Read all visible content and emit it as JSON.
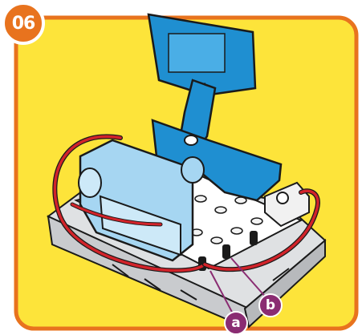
{
  "step": {
    "number": "06"
  },
  "callouts": {
    "a": "a",
    "b": "b"
  },
  "colors": {
    "background": "#fde43a",
    "frame": "#e8731e",
    "badge": "#e8731e",
    "callout": "#8a2c72",
    "wire": "#d2232a",
    "blue_part": "#1f8fd1",
    "light_blue_part": "#a6d6f2",
    "base": "#e6e7e9"
  }
}
